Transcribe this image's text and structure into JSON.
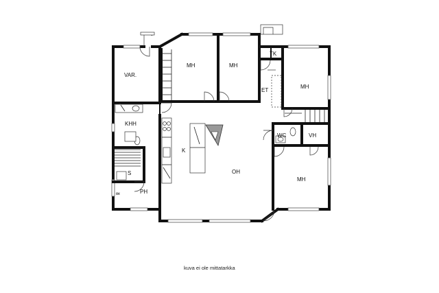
{
  "rooms": {
    "var": "VAR.",
    "mh1": "MH",
    "mh2": "MH",
    "mh3": "MH",
    "mh4": "MH",
    "tk": "TK",
    "et": "ET",
    "khh": "KHH",
    "k": "K",
    "oh": "OH",
    "wc": "WC",
    "vh": "VH",
    "s": "S",
    "ph": "PH"
  },
  "caption": "kuva ei ole mittatarkka"
}
